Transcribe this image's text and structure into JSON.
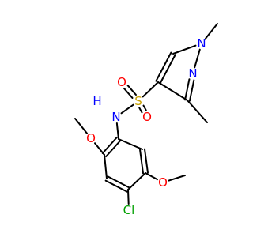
{
  "molecule": {
    "atoms": [
      {
        "id": "N_amide",
        "label": "N",
        "color": "#0000ff"
      },
      {
        "id": "H_amide",
        "label": "H",
        "color": "#0000ff"
      },
      {
        "id": "S",
        "label": "S",
        "color": "#c8a000"
      },
      {
        "id": "O_top",
        "label": "O",
        "color": "#ff0000"
      },
      {
        "id": "O_bottom",
        "label": "O",
        "color": "#ff0000"
      },
      {
        "id": "N1",
        "label": "N",
        "color": "#0000ff"
      },
      {
        "id": "N2",
        "label": "N",
        "color": "#0000ff"
      },
      {
        "id": "O_ome1",
        "label": "O",
        "color": "#ff0000"
      },
      {
        "id": "O_ome2",
        "label": "O",
        "color": "#ff0000"
      },
      {
        "id": "Cl",
        "label": "Cl",
        "color": "#00a000"
      }
    ]
  }
}
